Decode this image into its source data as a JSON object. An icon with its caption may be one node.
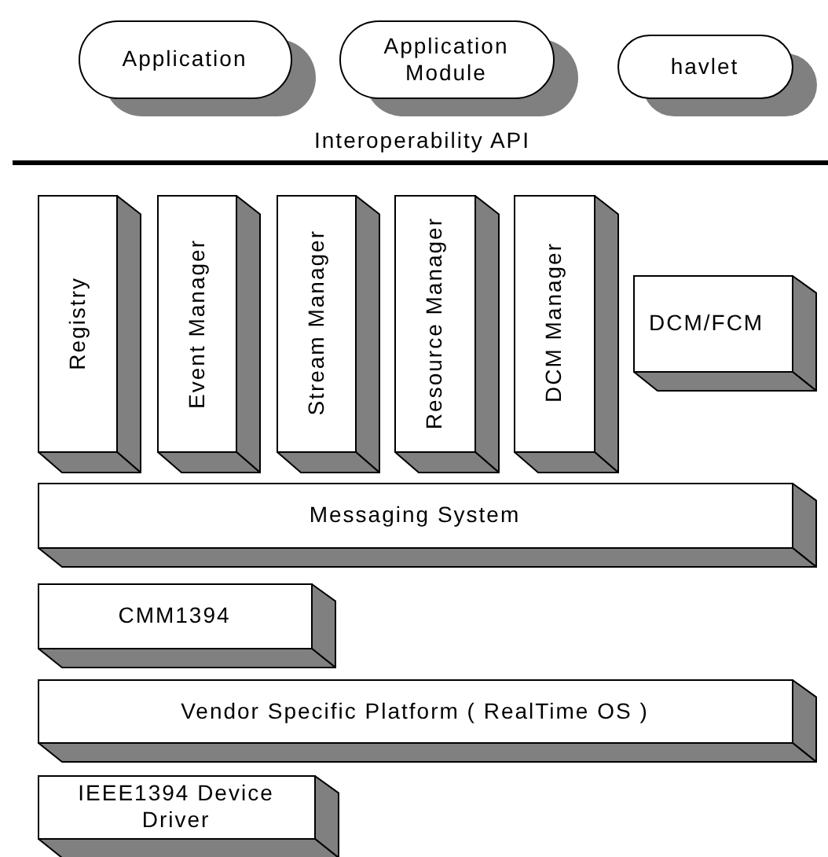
{
  "diagram": {
    "nodes": [
      {
        "text": [
          "Application"
        ]
      },
      {
        "text": [
          "Application Module"
        ]
      },
      {
        "text": [
          "havlet"
        ]
      },
      {
        "text": [
          "Registry"
        ]
      },
      {
        "text": [
          "Event Manager"
        ]
      },
      {
        "text": [
          "Stream Manager"
        ]
      },
      {
        "text": [
          "Resource Manager"
        ]
      },
      {
        "text": [
          "DCM Manager"
        ]
      },
      {
        "text": [
          "DCM/FCM"
        ]
      },
      {
        "text": [
          "Messaging System"
        ]
      },
      {
        "text": [
          "CMM1394"
        ]
      },
      {
        "text": [
          "Vendor Specific Platform ( RealTime OS )"
        ]
      },
      {
        "text": [
          "IEEE1394 Device Driver"
        ]
      }
    ],
    "edges": [],
    "labels": [
      "Interoperability API"
    ]
  }
}
